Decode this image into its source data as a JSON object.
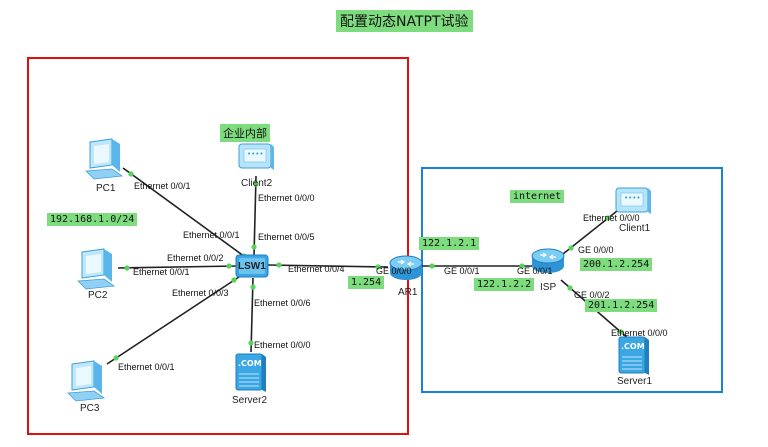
{
  "title": "配置动态NATPT试验",
  "zones": {
    "internal": {
      "label": "企业内部",
      "border_color": "#e01010"
    },
    "internet": {
      "label": "internet",
      "border_color": "#1a82d8"
    }
  },
  "subnet_labels": {
    "lan": "192.168.1.0/24",
    "ar1_inside_ip": "1.254",
    "ar1_outside_ip": "122.1.2.1",
    "isp_inside_ip": "122.1.2.2",
    "isp_client_ip": "200.1.2.254",
    "isp_server_ip": "201.1.2.254"
  },
  "devices": {
    "pc1": {
      "name": "PC1",
      "icon": "pc-icon"
    },
    "pc2": {
      "name": "PC2",
      "icon": "pc-icon"
    },
    "pc3": {
      "name": "PC3",
      "icon": "pc-icon"
    },
    "client2": {
      "name": "Client2",
      "icon": "client-icon"
    },
    "server2": {
      "name": "Server2",
      "icon": "server-icon"
    },
    "lsw1": {
      "name": "LSW1",
      "icon": "switch-icon"
    },
    "ar1": {
      "name": "AR1",
      "icon": "router-icon"
    },
    "isp": {
      "name": "ISP",
      "icon": "router-icon"
    },
    "client1": {
      "name": "Client1",
      "icon": "client-icon"
    },
    "server1": {
      "name": "Server1",
      "icon": "server-icon"
    }
  },
  "device_icon_text": {
    "client": "••••",
    "server": ".COM"
  },
  "ports": {
    "pc1_eth": "Ethernet 0/0/1",
    "lsw_to_pc1": "Ethernet 0/0/1",
    "client2_eth": "Ethernet 0/0/0",
    "lsw_to_client2": "Ethernet 0/0/5",
    "lsw_to_pc2": "Ethernet 0/0/2",
    "pc2_eth": "Ethernet 0/0/1",
    "lsw_to_pc3": "Ethernet 0/0/3",
    "pc3_eth": "Ethernet 0/0/1",
    "lsw_to_ar1": "Ethernet 0/0/4",
    "lsw_to_server2": "Ethernet 0/0/6",
    "server2_eth": "Ethernet 0/0/0",
    "ar1_ge0": "GE 0/0/0",
    "ar1_ge1": "GE 0/0/1",
    "isp_ge1": "GE 0/0/1",
    "isp_ge0": "GE 0/0/0",
    "isp_ge2": "GE 0/0/2",
    "client1_eth": "Ethernet 0/0/0",
    "server1_eth": "Ethernet 0/0/0"
  }
}
